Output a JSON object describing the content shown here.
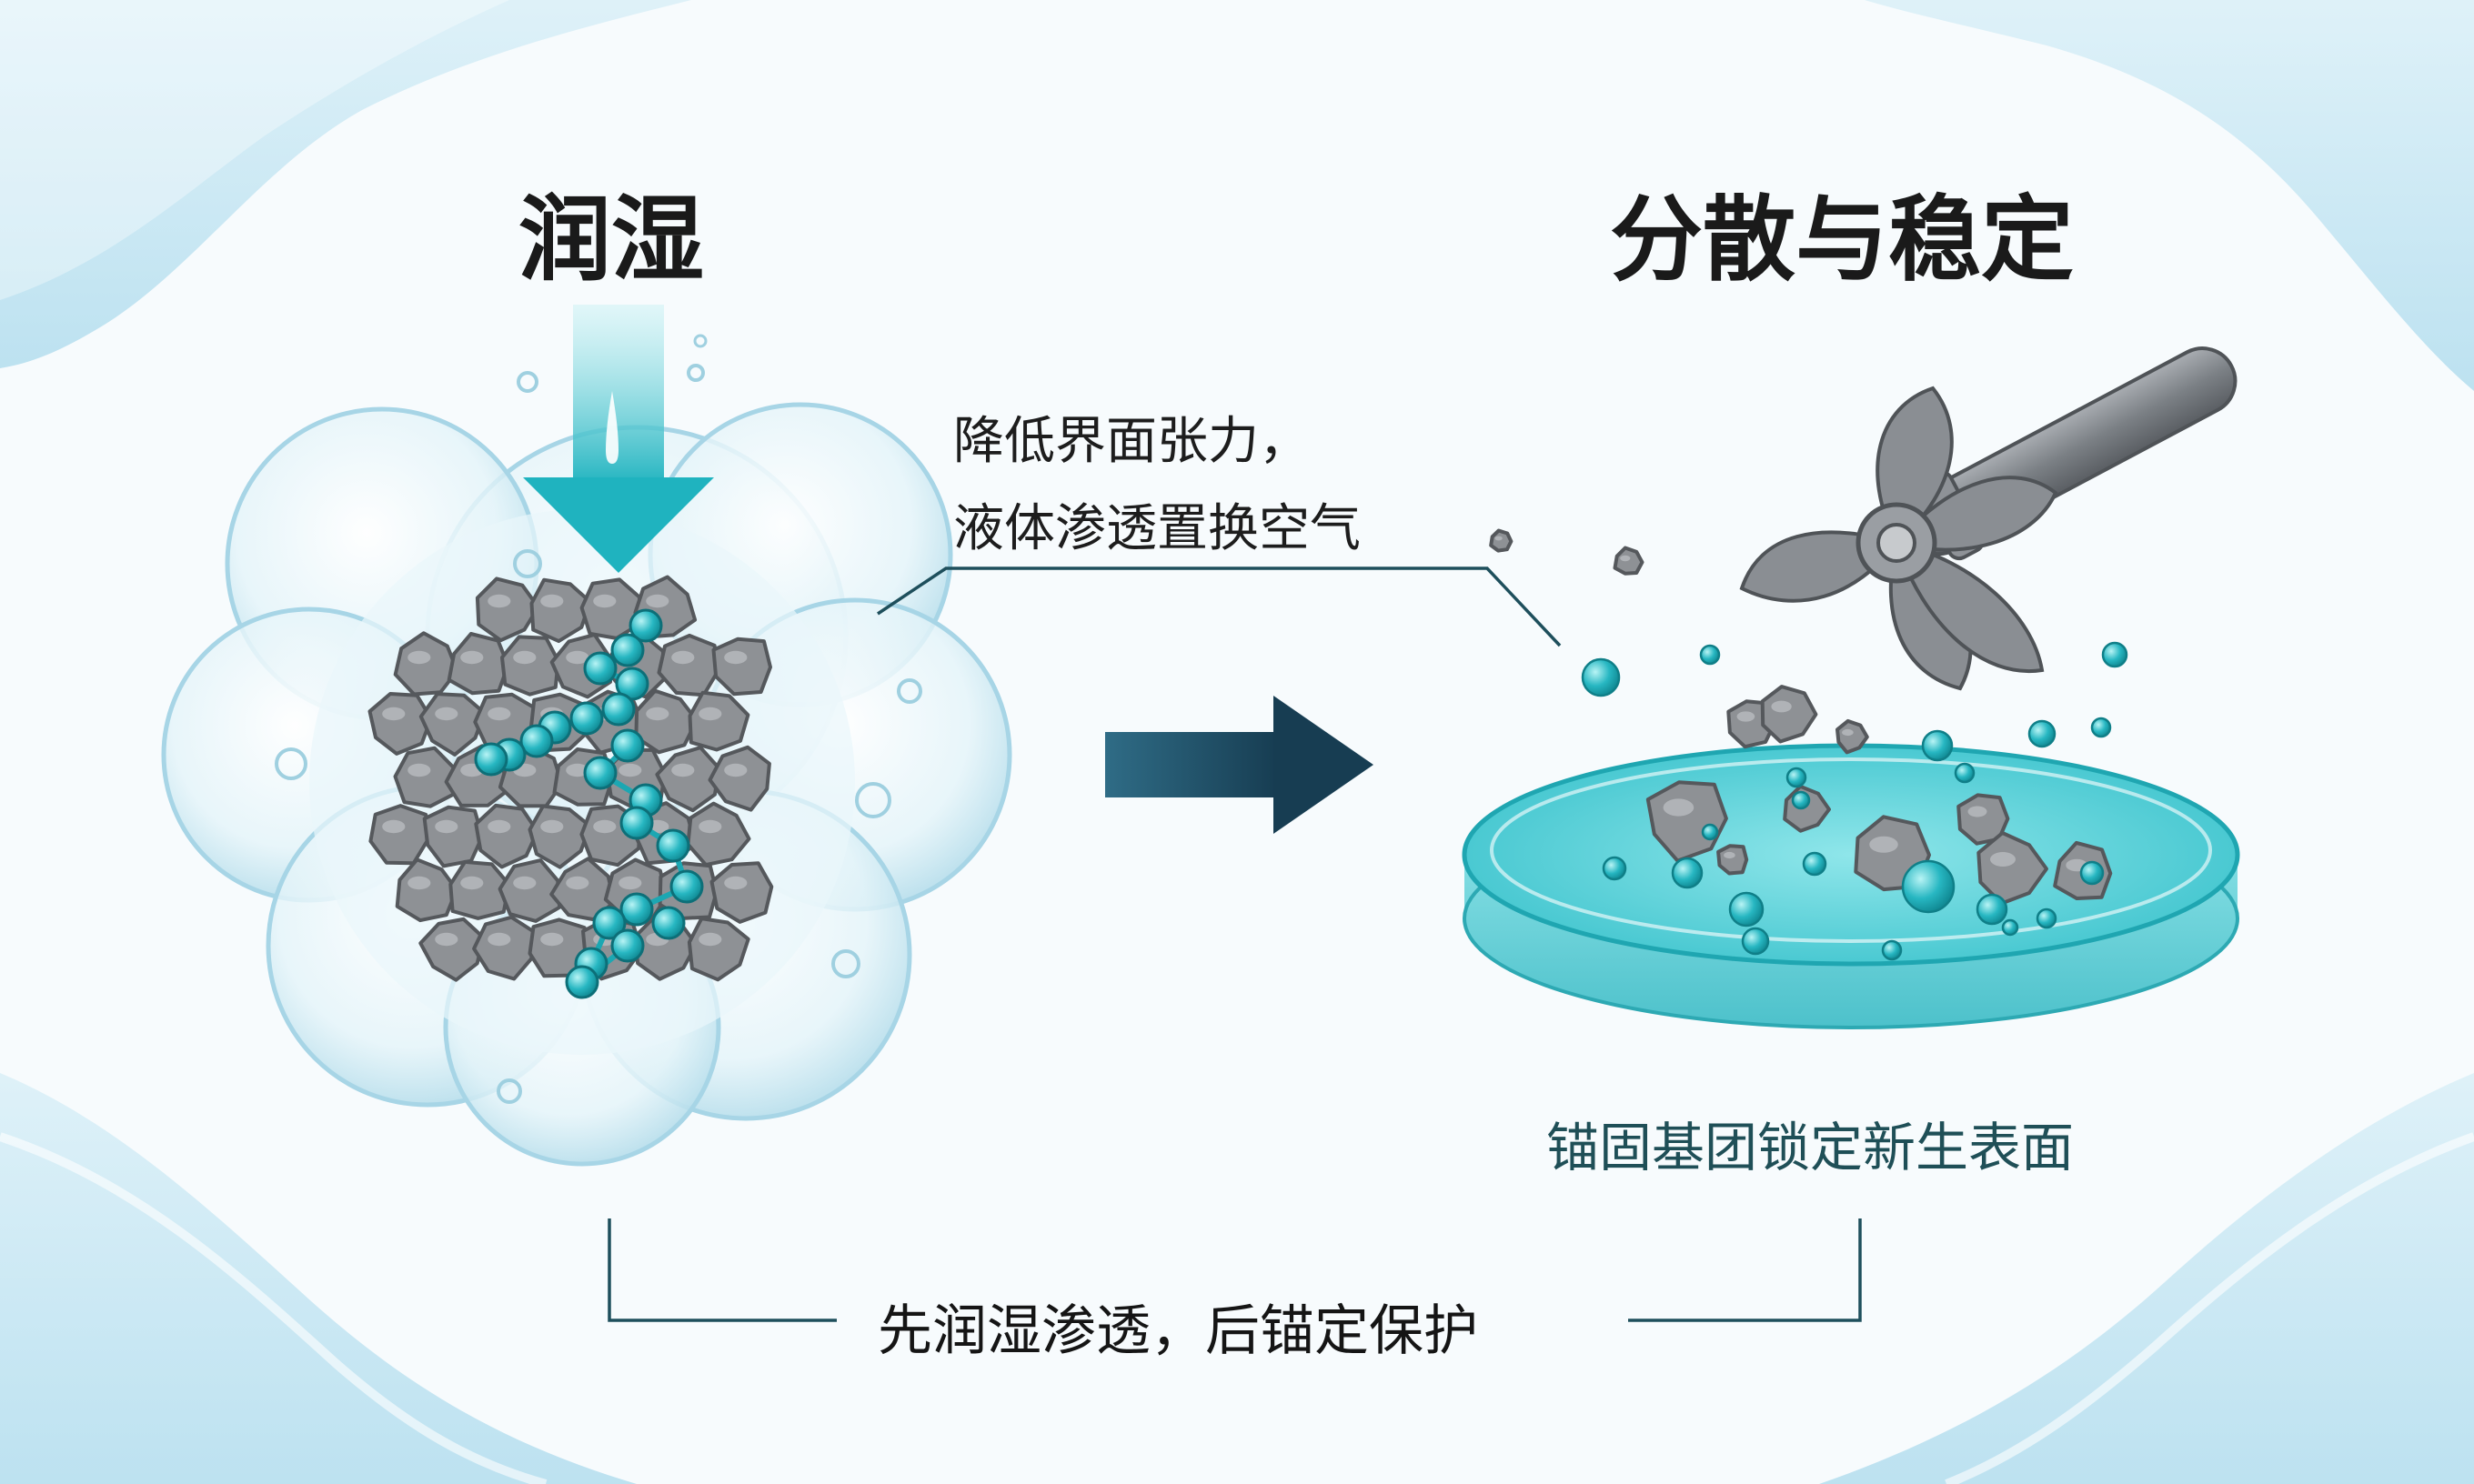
{
  "stages": {
    "wetting": {
      "title": "润湿"
    },
    "dispersion": {
      "title": "分散与稳定"
    }
  },
  "callout": {
    "line1": "降低界面张力，",
    "line2": "液体渗透置换空气"
  },
  "anchor_label": "锚固基团锁定新生表面",
  "summary": "先润湿渗透，后锚定保护",
  "colors": {
    "water": "#38c3cc",
    "arrow": "#1e4a5f",
    "particle": "#8a8d90",
    "bubble": "#dff1f7",
    "stirrer": "#7d8186"
  }
}
